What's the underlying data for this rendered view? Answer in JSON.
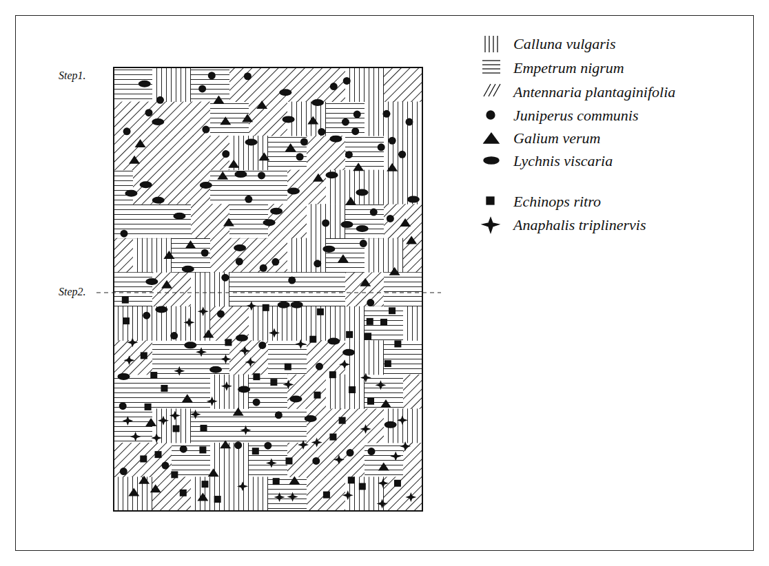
{
  "diagram": {
    "labels": [
      "Step1.",
      "Step2."
    ],
    "legend": [
      {
        "text": "Calluna vulgaris"
      },
      {
        "text": "Empetrum nigrum"
      },
      {
        "text": "Antennaria plantaginifolia"
      },
      {
        "text": "Juniperus communis"
      },
      {
        "text": "Galium verum"
      },
      {
        "text": "Lychnis viscaria"
      },
      {
        "text": "Echinops ritro"
      },
      {
        "text": "Anaphalis triplinervis"
      }
    ]
  }
}
